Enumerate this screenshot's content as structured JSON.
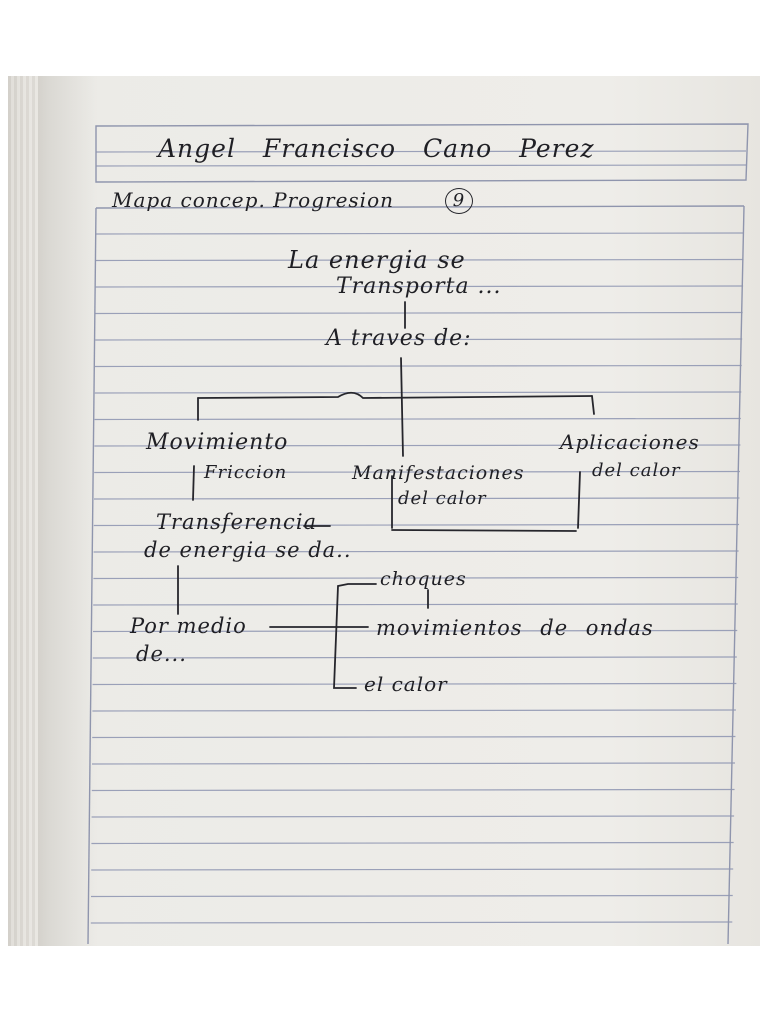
{
  "header": {
    "student_name": "Angel Francisco Cano Perez",
    "subtitle": "Mapa concep. Progresion",
    "badge": "9"
  },
  "concept_map": {
    "root_line1": "La energia se",
    "root_line2": "Transporta ...",
    "connector": "A traves de:",
    "branch_left": "Movimiento",
    "branch_left_sub": "Friccion",
    "branch_center_line1": "Manifestaciones",
    "branch_center_line2": "del calor",
    "branch_right_line1": "Aplicaciones",
    "branch_right_line2": "del calor",
    "transfer_line1": "Transferencia",
    "transfer_line2": "de energia se da..",
    "means_line1": "Por medio",
    "means_line2": "de...",
    "item_1": "choques",
    "item_2": "movimientos de ondas",
    "item_3": "el calor"
  },
  "colors": {
    "paper": "#eeede9",
    "rule_line": "#9aa0b8",
    "ink": "#1f1f24"
  }
}
